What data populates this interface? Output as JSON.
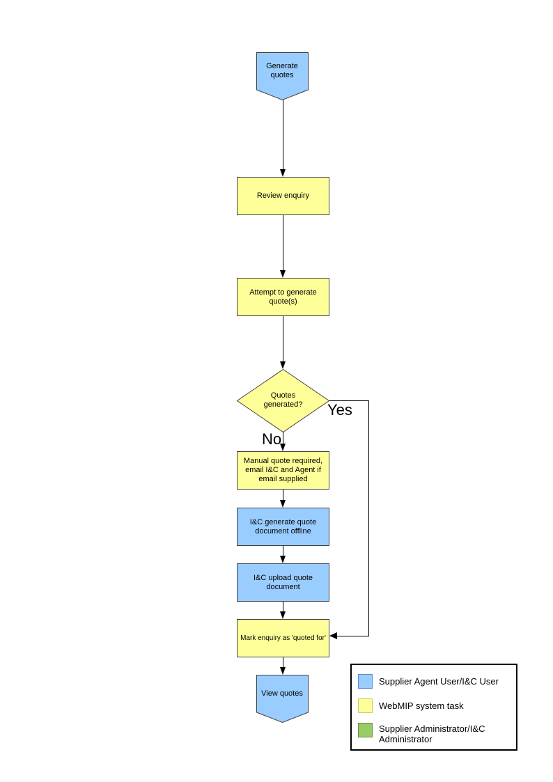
{
  "flow": {
    "nodes": [
      {
        "id": "start",
        "type": "terminator",
        "label": "Generate quotes",
        "role": "supplier-agent-user"
      },
      {
        "id": "review-enquiry",
        "type": "system-task",
        "label": "Review enquiry"
      },
      {
        "id": "attempt-generate",
        "type": "system-task",
        "label": "Attempt to generate quote(s)"
      },
      {
        "id": "quotes-generated",
        "type": "decision",
        "label": "Quotes generated?"
      },
      {
        "id": "manual-quote",
        "type": "system-task",
        "label": "Manual quote required, email I&C and Agent if email supplied"
      },
      {
        "id": "generate-offline",
        "type": "user-task",
        "label": "I&C generate quote document offline"
      },
      {
        "id": "upload-document",
        "type": "user-task",
        "label": "I&C upload quote document"
      },
      {
        "id": "mark-quoted",
        "type": "system-task",
        "label": "Mark enquiry as 'quoted for'"
      },
      {
        "id": "end",
        "type": "terminator",
        "label": "View quotes",
        "role": "supplier-agent-user"
      }
    ],
    "edges": {
      "yes_label": "Yes",
      "no_label": "No"
    }
  },
  "legend": {
    "items": [
      {
        "label": "Supplier Agent User/I&C User",
        "color": "#99CCFF"
      },
      {
        "label": "WebMIP system task",
        "color": "#FFFF99"
      },
      {
        "label": "Supplier Administrator/I&C Administrator",
        "color": "#99CC66"
      }
    ]
  },
  "colors": {
    "actor_blue": "#99CCFF",
    "system_yellow": "#FFFF99",
    "admin_green": "#99CC66",
    "connector": "#000000",
    "shape_border": "#3f3f3f"
  }
}
